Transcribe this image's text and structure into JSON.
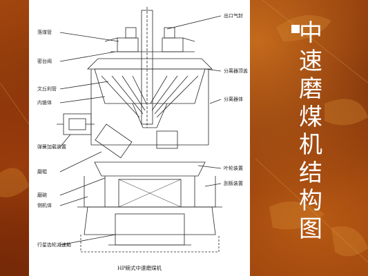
{
  "slide": {
    "title_chars": [
      "中",
      "速",
      "磨",
      "煤",
      "机",
      "结",
      "构",
      "图"
    ],
    "bullet_icon": "square-bullet-icon"
  },
  "diagram": {
    "caption": "HP碗式中速磨煤机",
    "labels_left": [
      "落煤管",
      "密台阀",
      "文丘利管",
      "内锥体",
      "弹簧加载装置",
      "磨辊",
      "磨碗",
      "侧机体",
      "行星齿轮减速箱"
    ],
    "labels_right": [
      "出口气封",
      "分离器顶盖",
      "分离器体",
      "叶轮装置",
      "刮板装置"
    ]
  },
  "colors": {
    "background": "#7a2a08",
    "panel": "#ffffff",
    "title_text": "#ffffff",
    "drawing_line": "#222222"
  }
}
